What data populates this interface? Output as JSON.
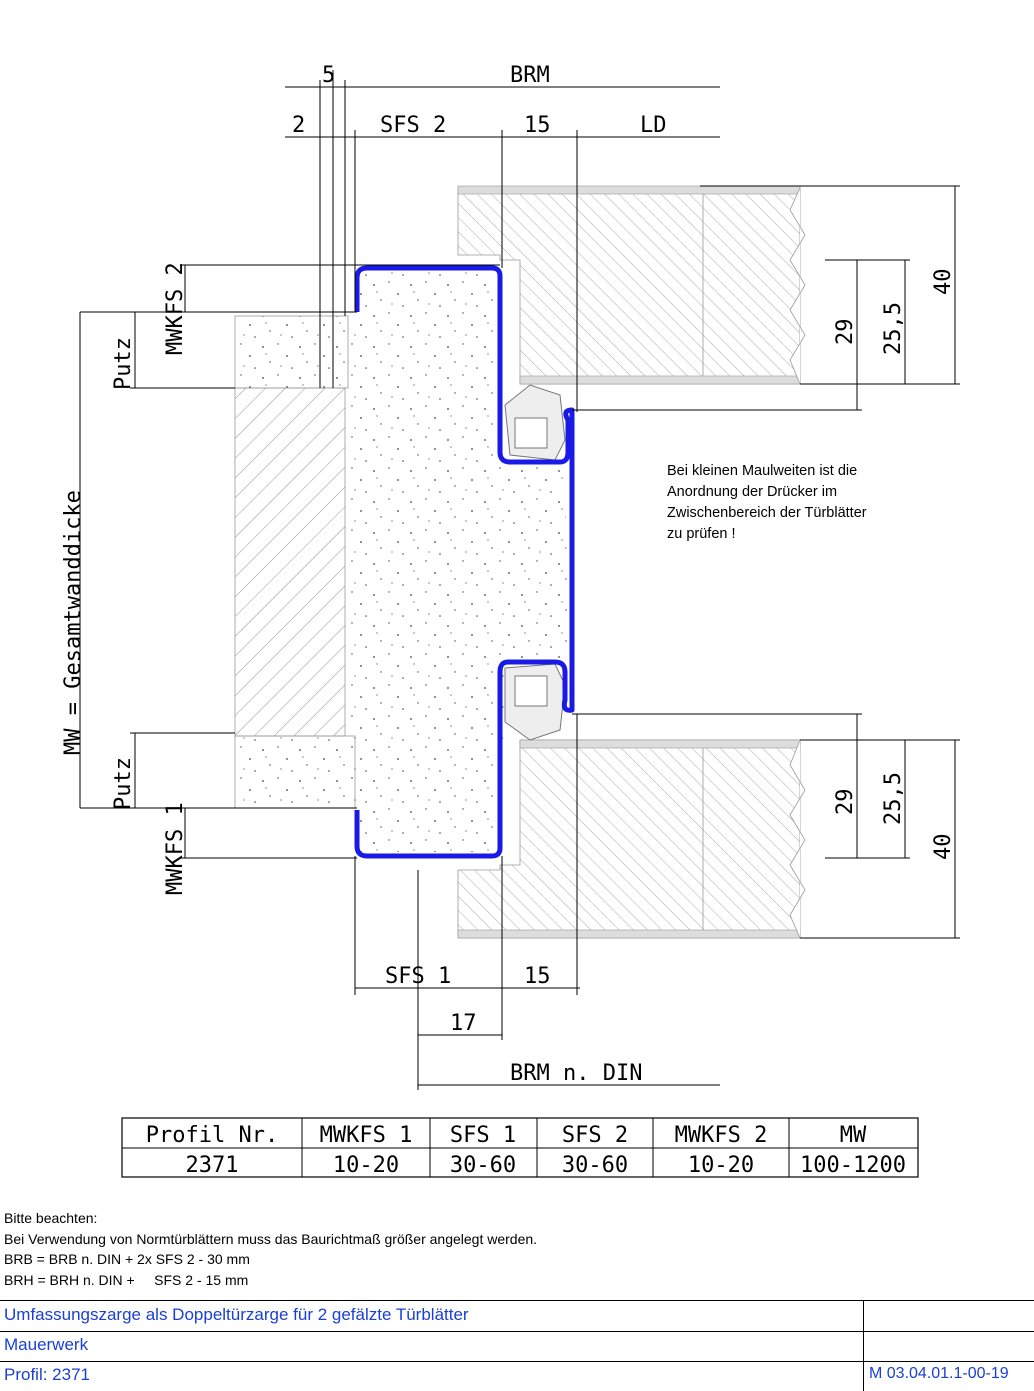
{
  "dimensions": {
    "top_5": "5",
    "top_brm": "BRM",
    "top_2": "2",
    "top_sfs2": "SFS 2",
    "top_15": "15",
    "top_ld": "LD",
    "right_40_top": "40",
    "right_29_top": "29",
    "right_25_5_top": "25,5",
    "right_29_bottom": "29",
    "right_25_5_bottom": "25,5",
    "right_40_bottom": "40",
    "mwkfs2": "MWKFS 2",
    "mwkfs1": "MWKFS 1",
    "putz_top": "Putz",
    "putz_bottom": "Putz",
    "mw_label": "MW = Gesamtwanddicke",
    "bottom_sfs1": "SFS 1",
    "bottom_15": "15",
    "bottom_17": "17",
    "bottom_brm_din": "BRM n. DIN"
  },
  "remark": [
    "Bei kleinen Maulweiten ist die",
    "Anordnung der Drücker im",
    "Zwischenbereich der Türblätter",
    "zu prüfen !"
  ],
  "table": {
    "headers": [
      "Profil Nr.",
      "MWKFS 1",
      "SFS 1",
      "SFS 2",
      "MWKFS 2",
      "MW"
    ],
    "row": [
      "2371",
      "10-20",
      "30-60",
      "30-60",
      "10-20",
      "100-1200"
    ]
  },
  "notes": [
    "Bitte beachten:",
    "Bei Verwendung von Normtürblättern muss das Baurichtmaß größer angelegt werden.",
    "BRB = BRB n. DIN + 2x SFS 2 - 30 mm",
    "BRH = BRH n. DIN +     SFS 2 - 15 mm"
  ],
  "title_block": {
    "line1": "Umfassungszarge als Doppeltürzarge für 2 gefälzte Türblätter",
    "line2": "Mauerwerk",
    "line3": "Profil: 2371",
    "drawing_number": "M 03.04.01.1-00-19"
  },
  "colors": {
    "profile": "#1a1ae6",
    "title_text": "#1a3fd6"
  }
}
